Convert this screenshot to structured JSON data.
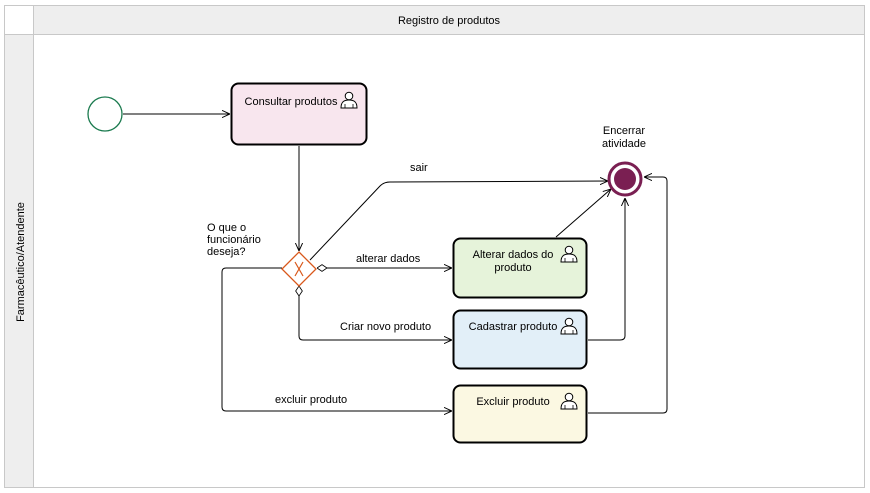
{
  "pool": {
    "title": "Registro de produtos"
  },
  "lane": {
    "label": "Farmacêutico/Atendente"
  },
  "start_event": {
    "label": ""
  },
  "end_event": {
    "label_line1": "Encerrar",
    "label_line2": "atividade"
  },
  "gateway": {
    "question_line1": "O que o",
    "question_line2": "funcionário",
    "question_line3": "deseja?"
  },
  "tasks": {
    "consultar": {
      "line1": "Consultar produtos",
      "line2": ""
    },
    "alterar": {
      "line1": "Alterar dados do",
      "line2": "produto"
    },
    "cadastrar": {
      "line1": "Cadastrar produto",
      "line2": ""
    },
    "excluir": {
      "line1": "Excluir produto",
      "line2": ""
    }
  },
  "flows": {
    "sair": "sair",
    "alterar": "alterar dados",
    "criar": "Criar novo produto",
    "excluir": "excluir produto"
  },
  "colors": {
    "border": "#c8c8c8",
    "header_bg": "#eeeeee",
    "start": "#1a7a4e",
    "gateway": "#d9581b",
    "end_fill": "#7a1f52",
    "task_consultar": "#f8e6ee",
    "task_alterar": "#e6f3da",
    "task_cadastrar": "#e2eff8",
    "task_excluir": "#fbf8e2"
  }
}
